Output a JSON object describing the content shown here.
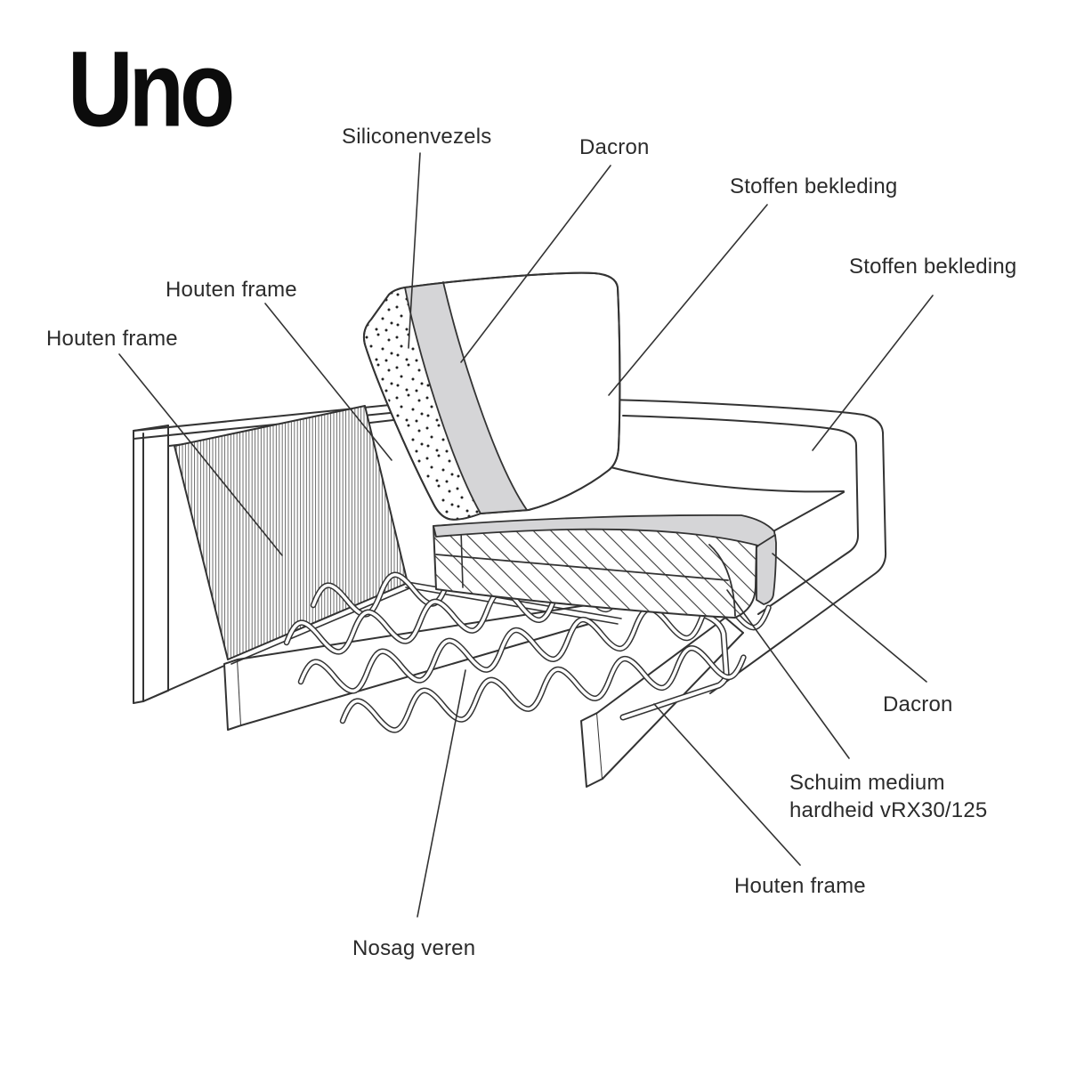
{
  "title": {
    "text": "Uno"
  },
  "colors": {
    "line": "#333333",
    "gray_fill": "#d5d5d7",
    "text": "#2b2b2b",
    "background": "#ffffff"
  },
  "diagram": {
    "labels": [
      {
        "id": "siliconenvezels",
        "text": "Siliconenvezels"
      },
      {
        "id": "dacron-top",
        "text": "Dacron"
      },
      {
        "id": "stoffen-bekleding-top",
        "text": "Stoffen bekleding"
      },
      {
        "id": "stoffen-bekleding-right",
        "text": "Stoffen bekleding"
      },
      {
        "id": "houten-frame-upper",
        "text": "Houten frame"
      },
      {
        "id": "houten-frame-left",
        "text": "Houten frame"
      },
      {
        "id": "dacron-right",
        "text": "Dacron"
      },
      {
        "id": "schuim",
        "text": "Schuim medium hardheid vRX30/125"
      },
      {
        "id": "houten-frame-bottom",
        "text": "Houten frame"
      },
      {
        "id": "nosag-veren",
        "text": "Nosag veren"
      }
    ]
  }
}
